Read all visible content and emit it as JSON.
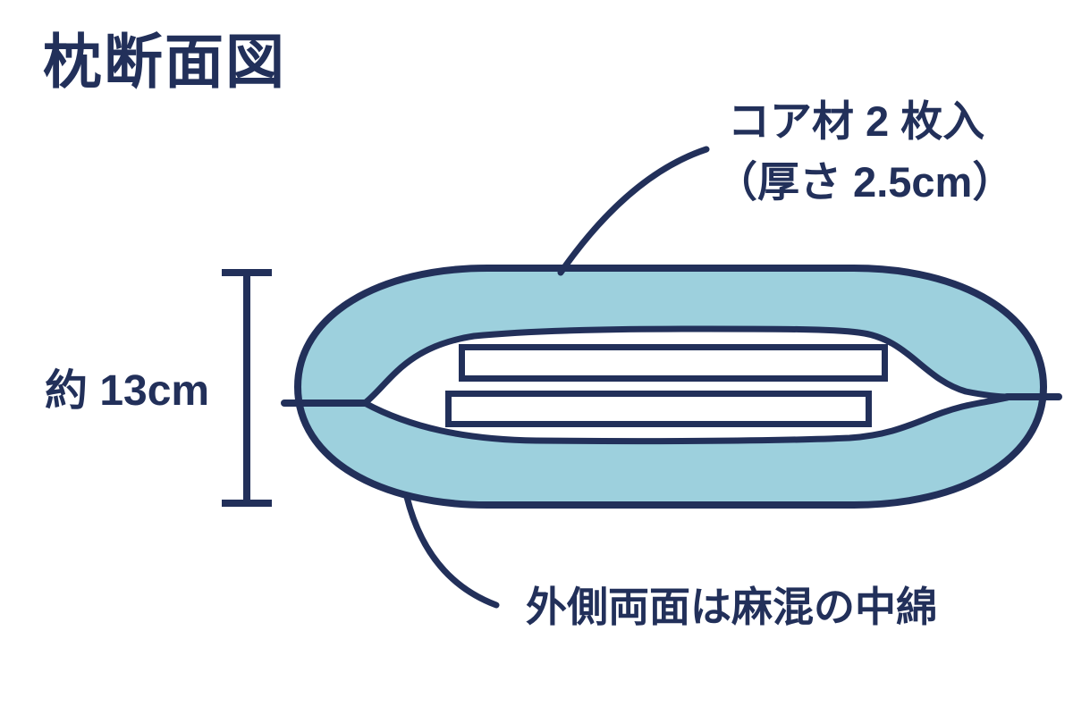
{
  "title": "枕断面図",
  "labels": {
    "core_line1": "コア材 2 枚入",
    "core_line2": "（厚さ 2.5cm）",
    "height": "約 13cm",
    "outer_fill": "外側両面は麻混の中綿"
  },
  "colors": {
    "navy": "#22305a",
    "light_blue": "#9dd0dd",
    "white": "#ffffff",
    "bg": "#ffffff"
  },
  "diagram_meta": {
    "type": "pillow-cross-section",
    "core_sheet_count": 2,
    "core_sheet_thickness": "2.5cm",
    "pillow_height": "約 13cm",
    "outer_material": "麻混の中綿"
  }
}
